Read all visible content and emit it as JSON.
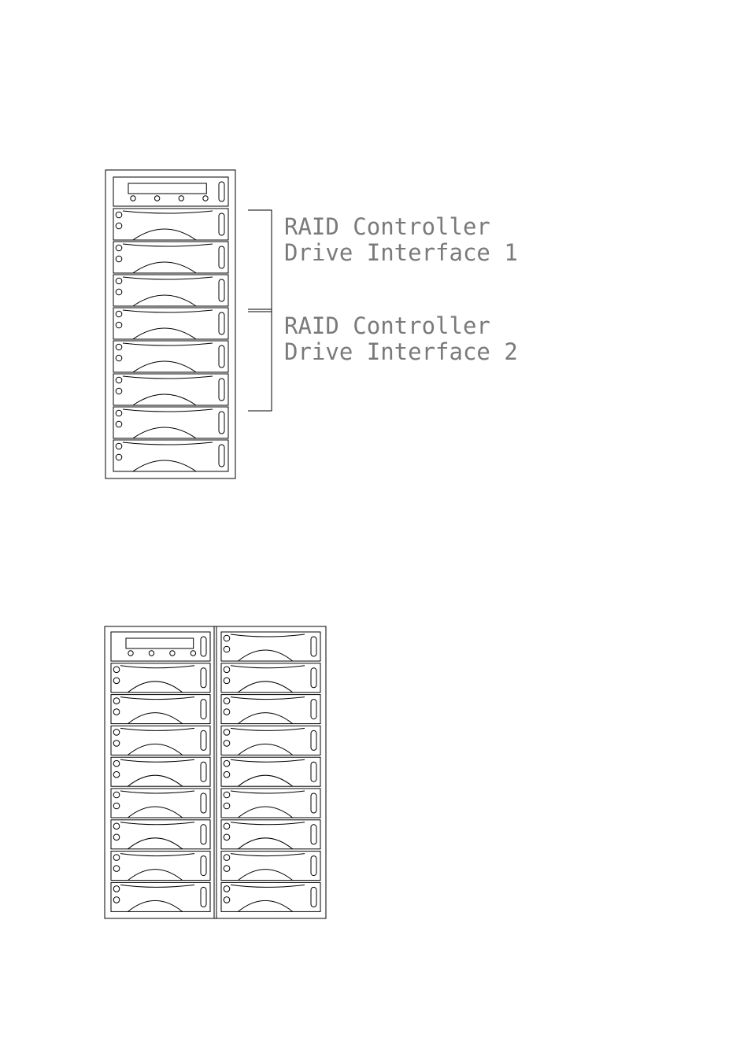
{
  "colors": {
    "line": "#000000",
    "label": "#7a7a7a",
    "background": "#ffffff"
  },
  "top_unit": {
    "controller_panel": {
      "indicator_count": 4
    },
    "drive_bay_count": 8,
    "groups": [
      {
        "line1": "RAID Controller",
        "line2": "Drive Interface 1",
        "bays": [
          1,
          3
        ]
      },
      {
        "line1": "RAID Controller",
        "line2": "Drive Interface 2",
        "bays": [
          4,
          6
        ]
      }
    ]
  },
  "bottom_unit": {
    "columns": [
      {
        "controller_panel": {
          "indicator_count": 4
        },
        "drive_bay_count": 8
      },
      {
        "controller_panel": null,
        "drive_bay_count": 9
      }
    ]
  }
}
